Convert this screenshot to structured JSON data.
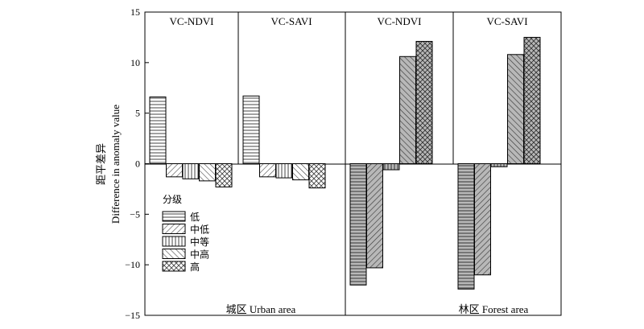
{
  "chart_data": {
    "type": "bar",
    "ylabel_cn": "距平差异",
    "ylabel_en": "Difference in anomaly value",
    "ylim": [
      -15,
      15
    ],
    "yticks": [
      15,
      10,
      5,
      0,
      -5,
      -10,
      -15
    ],
    "ytick_labels": [
      "15",
      "10",
      "5",
      "0",
      "−5",
      "−10",
      "−15"
    ],
    "grid": false,
    "legend_position": "lower-left inside plot",
    "legend_title": "分级",
    "series": [
      {
        "name": "低",
        "pattern": "horizontal-lines"
      },
      {
        "name": "中低",
        "pattern": "diagonal-forward"
      },
      {
        "name": "中等",
        "pattern": "vertical-lines"
      },
      {
        "name": "中高",
        "pattern": "diagonal-back"
      },
      {
        "name": "高",
        "pattern": "crosshatch"
      }
    ],
    "panels": [
      {
        "label": "VC-NDVI",
        "area": "urban",
        "values": [
          6.6,
          -1.3,
          -1.5,
          -1.7,
          -2.3
        ]
      },
      {
        "label": "VC-SAVI",
        "area": "urban",
        "values": [
          6.7,
          -1.3,
          -1.4,
          -1.6,
          -2.4
        ]
      },
      {
        "label": "VC-NDVI",
        "area": "forest",
        "values": [
          -12.0,
          -10.3,
          -0.6,
          10.6,
          12.1
        ]
      },
      {
        "label": "VC-SAVI",
        "area": "forest",
        "values": [
          -12.4,
          -11.0,
          -0.3,
          10.8,
          12.5
        ]
      }
    ],
    "group_labels": [
      {
        "text": "城区 Urban area",
        "area": "urban"
      },
      {
        "text": "林区 Forest area",
        "area": "forest"
      }
    ]
  }
}
